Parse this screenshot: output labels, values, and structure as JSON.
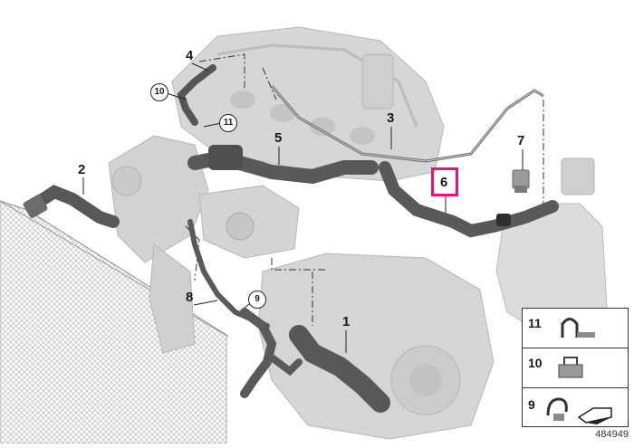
{
  "callouts": {
    "c1": "1",
    "c2": "2",
    "c3": "3",
    "c4": "4",
    "c5": "5",
    "c6": "6",
    "c7": "7",
    "c8": "8",
    "c9_circle": "9",
    "c10_circle": "10",
    "c11_circle": "11"
  },
  "legend": {
    "item11": "11",
    "item10": "10",
    "item9": "9"
  },
  "diagram_number": "484949",
  "colors": {
    "highlight": "#e5157a",
    "hose": "#5c5e60",
    "part_grey": "#c9c9c9",
    "line": "#222222"
  }
}
